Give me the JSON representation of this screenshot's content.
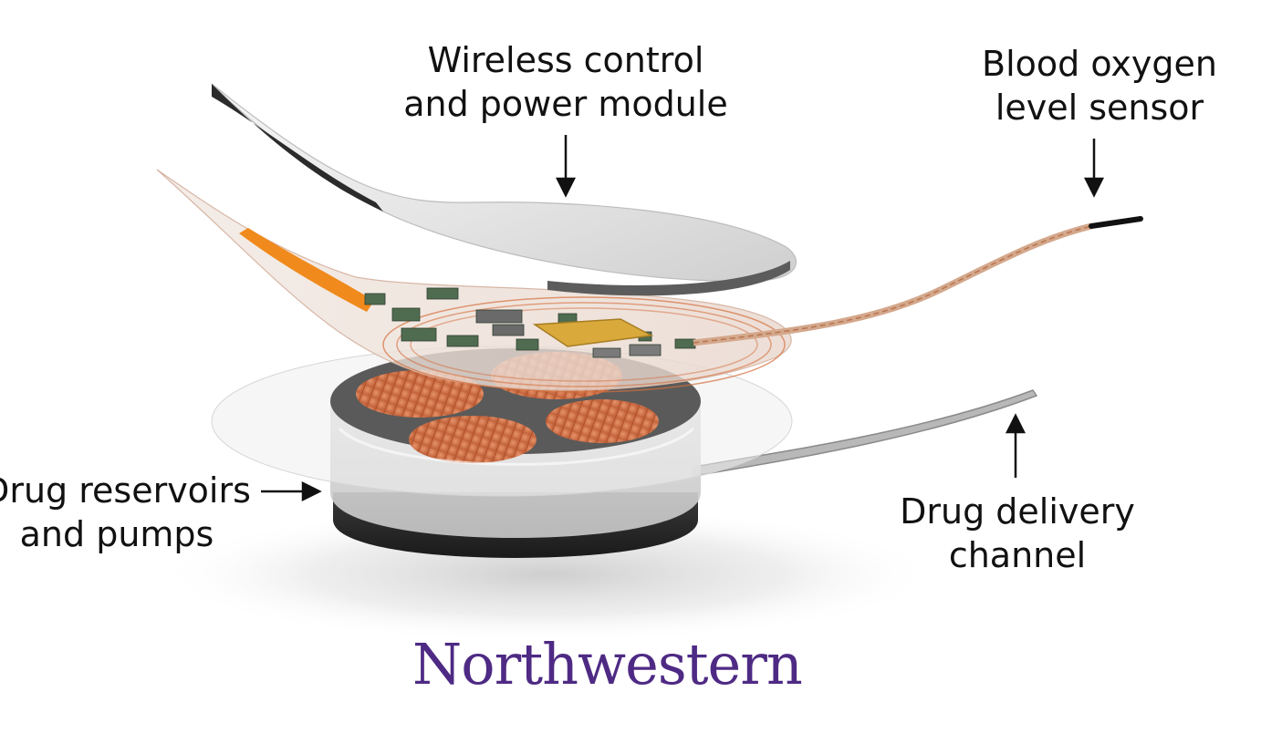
{
  "labels": {
    "wireless_module": [
      "Wireless control",
      "and power module"
    ],
    "oxygen_sensor": [
      "Blood oxygen",
      "level sensor"
    ],
    "drug_reservoirs": [
      "Drug reservoirs",
      "and pumps"
    ],
    "delivery_channel": [
      "Drug delivery",
      "channel"
    ]
  },
  "logo": {
    "text": "Northwestern",
    "color": "#4e2a84"
  },
  "colors": {
    "copper": "#d4703f",
    "gold_chip": "#d9a93c",
    "orange_flex": "#f08a1c",
    "pcb_component": "#4f6b50"
  }
}
